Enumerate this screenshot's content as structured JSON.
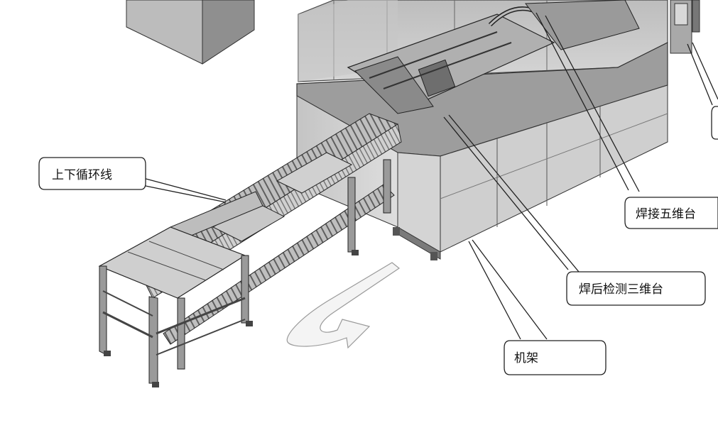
{
  "callouts": {
    "loop_line": "上下循环线",
    "weld_five_axis": "焊接五维台",
    "post_weld_inspect": "焊后检测三维台",
    "frame": "机架"
  },
  "colors": {
    "line": "#222222",
    "steel_light": "#d9d9d9",
    "steel_mid": "#a8a8a8",
    "steel_dark": "#5a5a5a",
    "glass": "#c9c9c9",
    "arrow_fill": "#f4f4f4",
    "arrow_stroke": "#9a9a9a"
  },
  "icons": [
    "flow-arrow-icon"
  ]
}
